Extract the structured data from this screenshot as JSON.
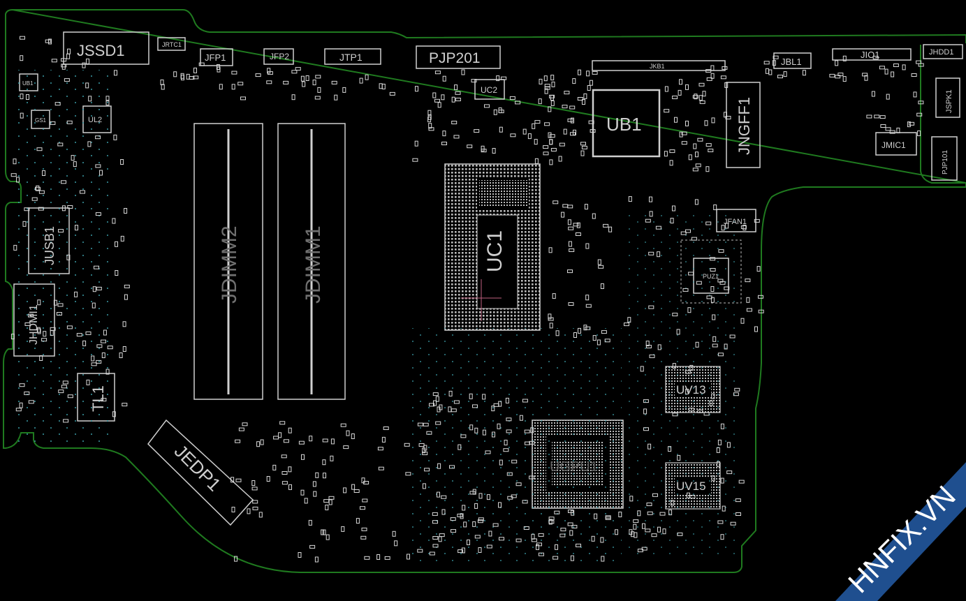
{
  "board": {
    "outline_color": "#1f7a1f",
    "silk_color": "#cfcfcf",
    "pad_color": "#d9d9d9",
    "via_color": "#3fa7b3"
  },
  "labels": {
    "jssd1": "JSSD1",
    "jrtc1": "JRTC1",
    "jfp1": "JFP1",
    "jfp2": "JFP2",
    "jtp1": "JTP1",
    "pjp201": "PJP201",
    "uc2": "UC2",
    "jkb1": "JKB1",
    "ub1": "UB1",
    "jngff1": "JNGFF1",
    "jbl1": "JBL1",
    "jio1": "JIO1",
    "jhdd1": "JHDD1",
    "jspk1": "JSPK1",
    "jmic1": "JMIC1",
    "pjp101": "PJP101",
    "ul2": "UL2",
    "gs1": "GS1",
    "ub1_small": "UB1",
    "jusb1": "JUSB1",
    "jhdmi1": "JHDMI1",
    "tl1": "TL1",
    "jdimm2": "JDIMM2",
    "jdimm1": "JDIMM1",
    "uc1": "UC1",
    "jfan1": "JFAN1",
    "puz1": "PUZ1",
    "jedp1": "JEDP1",
    "ugpu1": "UGPU1",
    "uv13": "UV13",
    "uv15": "UV15"
  },
  "watermark": {
    "text": "HNFIX.VN",
    "color": "#1f4f8f",
    "accent": "#e53030"
  }
}
